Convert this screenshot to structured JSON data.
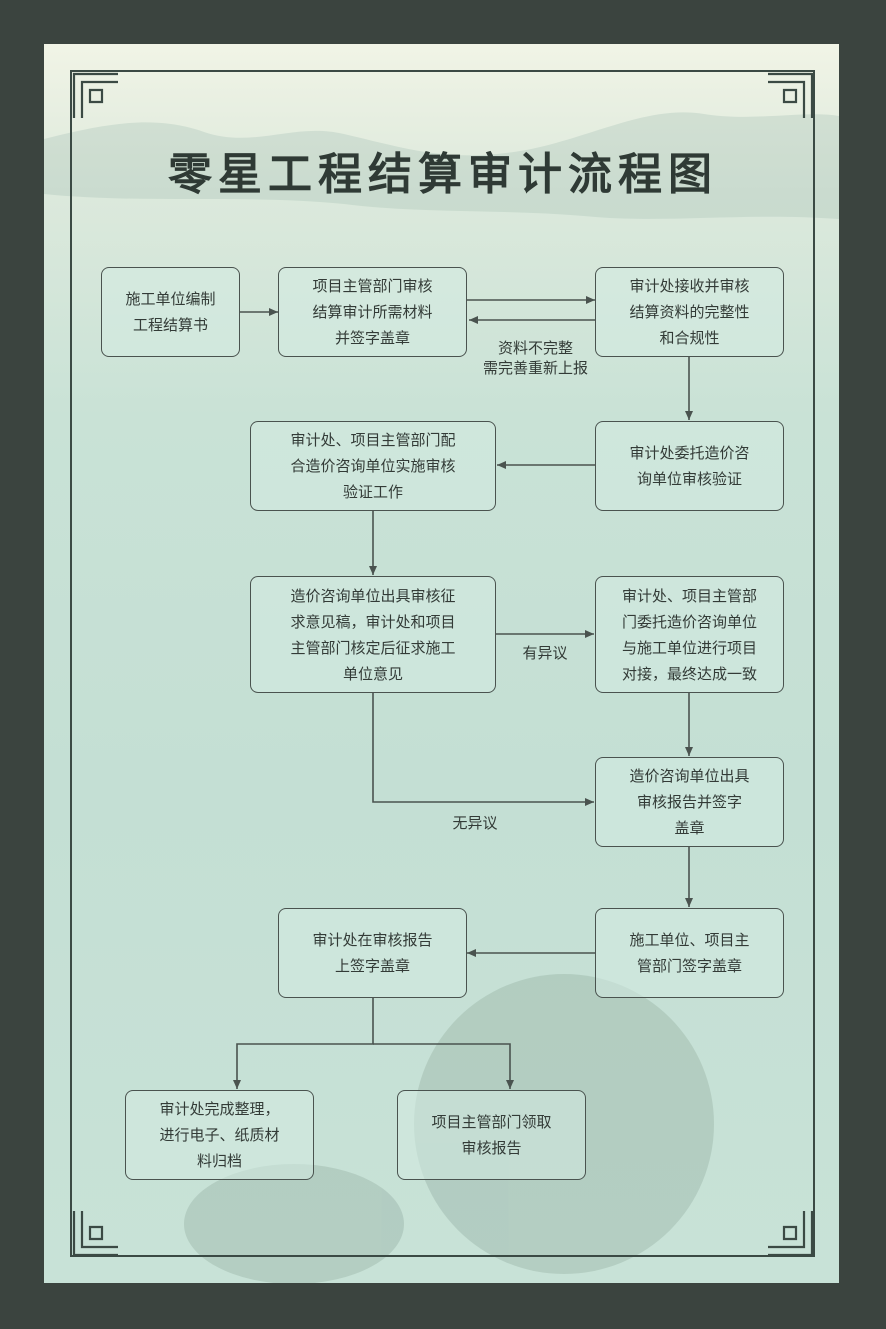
{
  "title": "零星工程结算审计流程图",
  "nodes": {
    "n1": "施工单位编制\n工程结算书",
    "n2": "项目主管部门审核\n结算审计所需材料\n并签字盖章",
    "n3": "审计处接收并审核\n结算资料的完整性\n和合规性",
    "n4": "审计处委托造价咨\n询单位审核验证",
    "n5": "审计处、项目主管部门配\n合造价咨询单位实施审核\n验证工作",
    "n6": "造价咨询单位出具审核征\n求意见稿，审计处和项目\n主管部门核定后征求施工\n单位意见",
    "n7": "审计处、项目主管部\n门委托造价咨询单位\n与施工单位进行项目\n对接，最终达成一致",
    "n8": "造价咨询单位出具\n审核报告并签字\n盖章",
    "n9": "施工单位、项目主\n管部门签字盖章",
    "n10": "审计处在审核报告\n上签字盖章",
    "n11": "审计处完成整理，\n进行电子、纸质材\n料归档",
    "n12": "项目主管部门领取\n审核报告"
  },
  "labels": {
    "incomplete": "资料不完整\n需完善重新上报",
    "objection": "有异议",
    "no_objection": "无异议"
  },
  "colors": {
    "frame": "#3b443f",
    "panel": "#c4dfd4",
    "ink": "#333b37"
  }
}
